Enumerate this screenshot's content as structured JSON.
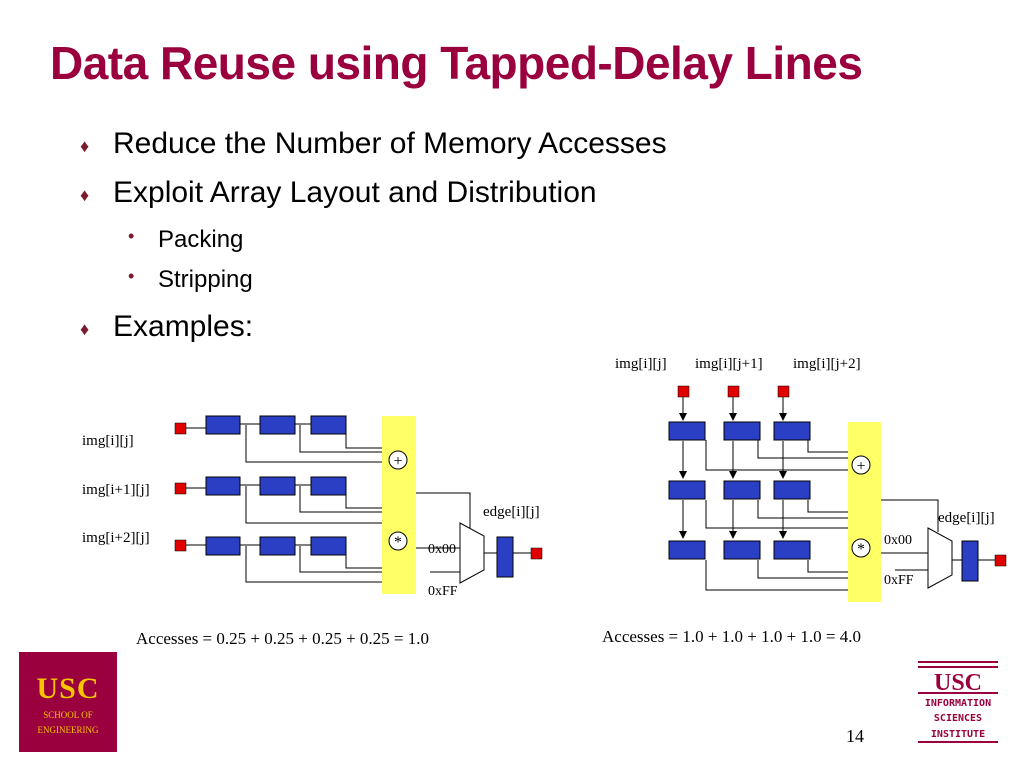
{
  "title": "Data Reuse using Tapped-Delay Lines",
  "bullets": [
    "Reduce the Number of Memory Accesses",
    "Exploit Array Layout and Distribution",
    "Examples:"
  ],
  "sub_bullets": [
    "Packing",
    "Stripping"
  ],
  "diagram_left": {
    "inputs": [
      "img[i][j]",
      "img[i+1][j]",
      "img[i+2][j]"
    ],
    "output": "edge[i][j]",
    "mux_inputs": [
      "0x00",
      "0xFF"
    ],
    "accesses": "Accesses = 0.25 + 0.25 + 0.25 + 0.25 = 1.0"
  },
  "diagram_right": {
    "inputs": [
      "img[i][j]",
      "img[i][j+1]",
      "img[i][j+2]"
    ],
    "output": "edge[i][j]",
    "mux_inputs": [
      "0x00",
      "0xFF"
    ],
    "accesses": "Accesses = 1.0 + 1.0 + 1.0 + 1.0 = 4.0"
  },
  "page_number": "14",
  "logos": {
    "engineering": {
      "main": "USC",
      "line1": "SCHOOL OF",
      "line2": "ENGINEERING"
    },
    "isi": {
      "main": "USC",
      "line1": "INFORMATION",
      "line2": "SCIENCES",
      "line3": "INSTITUTE"
    }
  },
  "colors": {
    "title": "#99003d",
    "register": "#2b3fc4",
    "port": "#e00000",
    "adder": "#ffff66"
  }
}
